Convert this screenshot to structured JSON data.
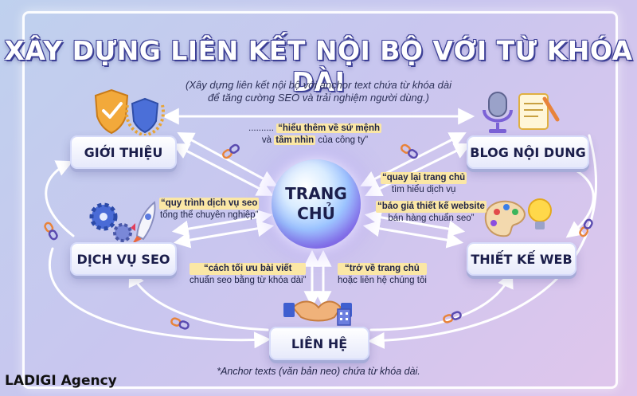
{
  "title": "XÂY DỰNG LIÊN KẾT NỘI BỘ VỚI TỪ KHÓA DÀI",
  "subtitle_line1": "(Xây dựng liên kết nội bộ với anchor text chứa từ khóa dài",
  "subtitle_line2": "để tăng cường SEO và trải nghiệm người dùng.)",
  "hub_line1": "TRANG",
  "hub_line2": "CHỦ",
  "nodes": {
    "gioi_thieu": "GIỚI THIỆU",
    "blog": "BLOG NỘI DUNG",
    "dich_vu": "DỊCH VỤ SEO",
    "thiet_ke": "THIẾT KẾ WEB",
    "lien_he": "LIÊN HỆ"
  },
  "notes": {
    "top_a": "..........",
    "top_b": "“hiểu thêm về sứ mệnh",
    "top_c": "và",
    "top_d": "tầm nhìn",
    "top_e": "của công ty”",
    "blog_a": "“quay lại trang chủ",
    "blog_b": "tìm hiểu dịch vụ",
    "seo_a": "“quy trình dịch vụ seo",
    "seo_b": "tổng thể chuyên nghiệp”",
    "web_a": "“báo giá thiết kế website",
    "web_b": "bán hàng chuẩn seo”",
    "cach_a": "“cách tối ưu bài viết",
    "cach_b": "chuẩn seo bằng từ khóa dài”",
    "tro_a": "“trở về trang chủ",
    "tro_b": "hoặc liên hệ chúng tôi"
  },
  "footnote": "*Anchor texts (văn bản neo) chứa từ khóa dài.",
  "brand": "LADIGI Agency",
  "icons": {
    "gioi_thieu": "shield-award-icon",
    "blog": "microphone-notepad-icon",
    "dich_vu": "gears-rocket-icon",
    "thiet_ke": "palette-bulb-icon",
    "lien_he": "handshake-building-icon",
    "link": "chain-link-icon"
  },
  "colors": {
    "title_outline": "#3c3f96",
    "node_text": "#1b1e4b",
    "highlight": "#fbe7a5",
    "link_orange": "#e8833a"
  }
}
